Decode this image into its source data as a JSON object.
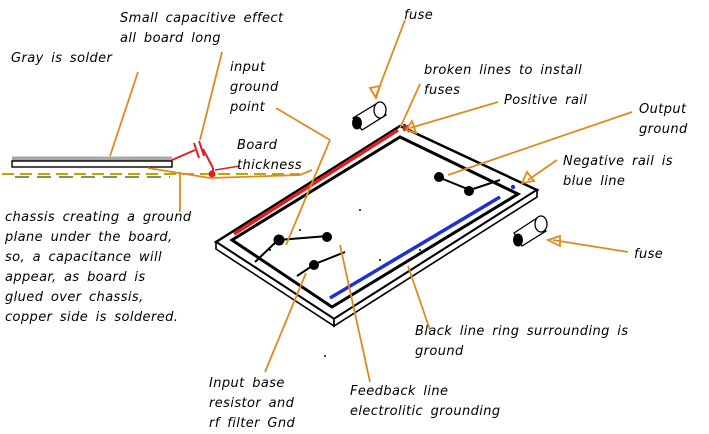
{
  "colors": {
    "leader": "#e08a1e",
    "positive_rail": "#e02020",
    "negative_rail": "#1f2fd6",
    "board_outline": "#000000",
    "solder": "#a8a8a8",
    "chassis": "#b8a800",
    "capacitor": "#e02020"
  },
  "labels": {
    "small_cap": [
      "Small capacitive effect",
      "all board long"
    ],
    "fuse_top": [
      "fuse"
    ],
    "gray_solder": [
      "Gray is solder"
    ],
    "input_ground": [
      "input",
      "ground",
      "point"
    ],
    "broken_lines": [
      "broken lines to install",
      "fuses"
    ],
    "positive_rail": [
      "Positive rail"
    ],
    "output_ground": [
      "Output",
      "ground"
    ],
    "board_thickness": [
      "Board",
      "thickness"
    ],
    "negative_rail": [
      "Negative rail is",
      "blue line"
    ],
    "chassis": [
      "chassis creating a ground",
      "plane under the board,",
      "so, a capacitance will",
      "appear, as board is",
      "glued over chassis,",
      "copper side is soldered."
    ],
    "fuse_right": [
      "fuse"
    ],
    "black_line": [
      "Black line ring surrounding is",
      "ground"
    ],
    "input_base": [
      "Input base",
      "resistor and",
      "rf filter Gnd"
    ],
    "feedback": [
      "Feedback line",
      "electrolitic grounding"
    ]
  }
}
